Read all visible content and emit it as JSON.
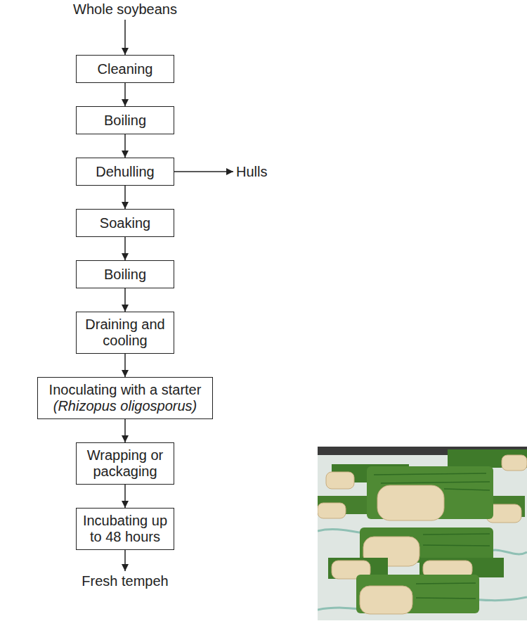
{
  "diagram": {
    "nodes": [
      {
        "text": [
          "Cleaning"
        ]
      },
      {
        "text": [
          "Boiling"
        ]
      },
      {
        "text": [
          "Dehulling"
        ]
      },
      {
        "text": [
          "Soaking"
        ]
      },
      {
        "text": [
          "Boiling"
        ]
      },
      {
        "text": [
          "Draining and cooling"
        ]
      },
      {
        "text": [
          "Inoculating with a starter",
          "(Rhizopus oligosporus)"
        ]
      },
      {
        "text": [
          "Wrapping or packaging"
        ]
      },
      {
        "text": [
          "Incubating up to 48 hours"
        ]
      }
    ],
    "edges": [
      {
        "from": 0,
        "to": 1,
        "arrow": "to"
      },
      {
        "from": 1,
        "to": 2,
        "arrow": "to"
      },
      {
        "from": 2,
        "to": 3,
        "arrow": "to"
      },
      {
        "from": 3,
        "to": 4,
        "arrow": "to"
      },
      {
        "from": 4,
        "to": 5,
        "arrow": "to"
      },
      {
        "from": 5,
        "to": 6,
        "arrow": "to"
      },
      {
        "from": 6,
        "to": 7,
        "arrow": "to"
      },
      {
        "from": 7,
        "to": 8,
        "arrow": "to"
      }
    ],
    "labels": [
      "Whole soybeans",
      "Hulls",
      "Fresh tempeh"
    ]
  }
}
